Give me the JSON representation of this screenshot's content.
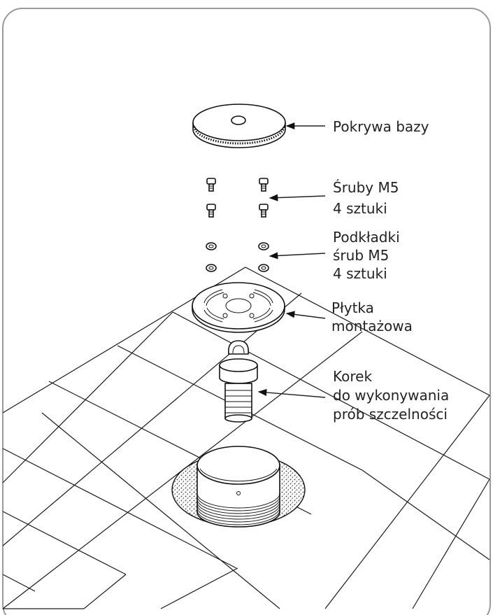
{
  "labels": {
    "cover": "Pokrywa bazy",
    "screws_1": "Śruby M5",
    "screws_2": "4 sztuki",
    "washers_1": "Podkładki",
    "washers_2": "śrub M5",
    "washers_3": "4 sztuki",
    "plate_1": "Płytka",
    "plate_2": "montażowa",
    "plug_1": "Korek",
    "plug_2": "do wykonywania",
    "plug_3": "prób szczelności"
  }
}
